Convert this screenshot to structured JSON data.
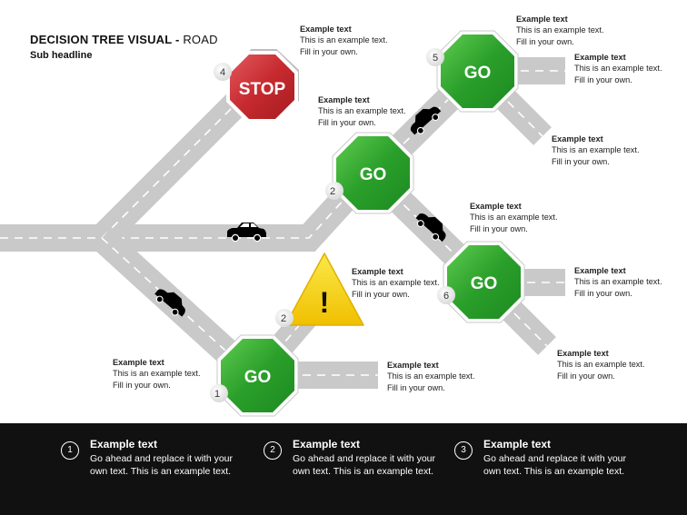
{
  "header": {
    "title_main": "DECISION TREE VISUAL -",
    "title_sub": " ROAD",
    "subheadline": "Sub headline"
  },
  "signs": {
    "stop_label": "STOP",
    "go_label": "GO",
    "warning_label": "!",
    "badges": [
      "4",
      "5",
      "2",
      "6",
      "2",
      "1"
    ]
  },
  "notes": [
    {
      "title": "Example text",
      "body": "This is an example text. Fill in your own."
    },
    {
      "title": "Example text",
      "body": "This is an example text. Fill in your own."
    },
    {
      "title": "Example text",
      "body": "This is an example text. Fill in your own."
    },
    {
      "title": "Example text",
      "body": "This is an example text. Fill in your own."
    },
    {
      "title": "Example text",
      "body": "This is an example text. Fill in your own."
    },
    {
      "title": "Example text",
      "body": "This is an example text. Fill in your own."
    },
    {
      "title": "Example text",
      "body": "This is an example text. Fill in your own."
    },
    {
      "title": "Example text",
      "body": "This is an example text. Fill in your own."
    },
    {
      "title": "Example text",
      "body": "This is an example text. Fill in your own."
    },
    {
      "title": "Example text",
      "body": "This is an example text. Fill in your own."
    },
    {
      "title": "Example text",
      "body": "This is an example text. Fill in your own."
    }
  ],
  "footer": {
    "items": [
      {
        "num": "1",
        "title": "Example text",
        "body": "Go ahead and replace it with your own text. This is an example text."
      },
      {
        "num": "2",
        "title": "Example text",
        "body": "Go ahead and replace it with your own text. This is an example text."
      },
      {
        "num": "3",
        "title": "Example text",
        "body": "Go ahead and replace it with your own text. This is an example text."
      }
    ]
  },
  "colors": {
    "road": "#c9c9c9",
    "go_green": "#2aa52a",
    "stop_red": "#c8262b",
    "warning_yellow": "#f5d20a",
    "footer_bg": "#111111"
  }
}
